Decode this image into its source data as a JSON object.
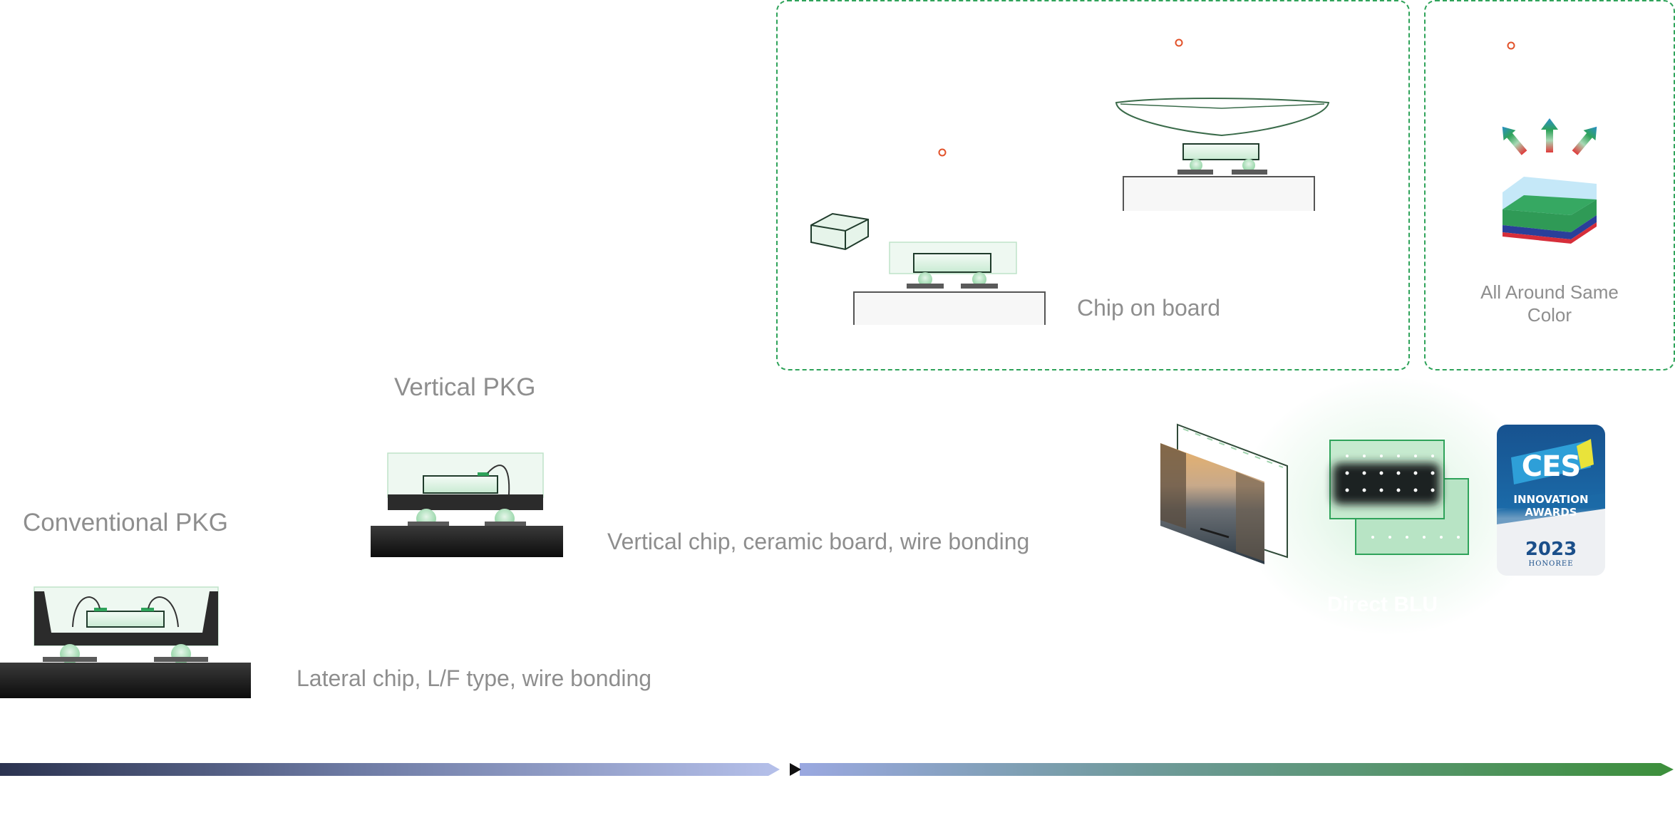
{
  "stages": {
    "conventional": {
      "title": "Conventional PKG",
      "description": "Lateral chip, L/F type, wire bonding"
    },
    "vertical": {
      "title": "Vertical PKG",
      "description": "Vertical chip, ceramic board, wire bonding"
    },
    "chip_on_board": {
      "title": "Chip on board"
    },
    "same_color": {
      "title": "All Around Same Color"
    },
    "blu": {
      "label": "Direct BLU"
    }
  },
  "award": {
    "brand": "CES",
    "line1": "INNOVATION",
    "line2": "AWARDS",
    "year": "2023",
    "tag": "HONOREE"
  },
  "icons": [
    "conventional-package-icon",
    "vertical-package-icon",
    "chip-cube-icon",
    "chip-on-board-icon",
    "lens-chip-on-board-icon",
    "light-arrows-icon",
    "layered-chip-icon",
    "tv-panel-icon",
    "led-array-icon",
    "ces-badge-icon"
  ],
  "colors": {
    "accent_green": "#2fa35a",
    "dashed_border": "#2fa35a",
    "marker_red": "#e2522a",
    "timeline_start": "#2b3350",
    "timeline_mid": "#a9b5e0",
    "timeline_end": "#3c8f3b"
  }
}
